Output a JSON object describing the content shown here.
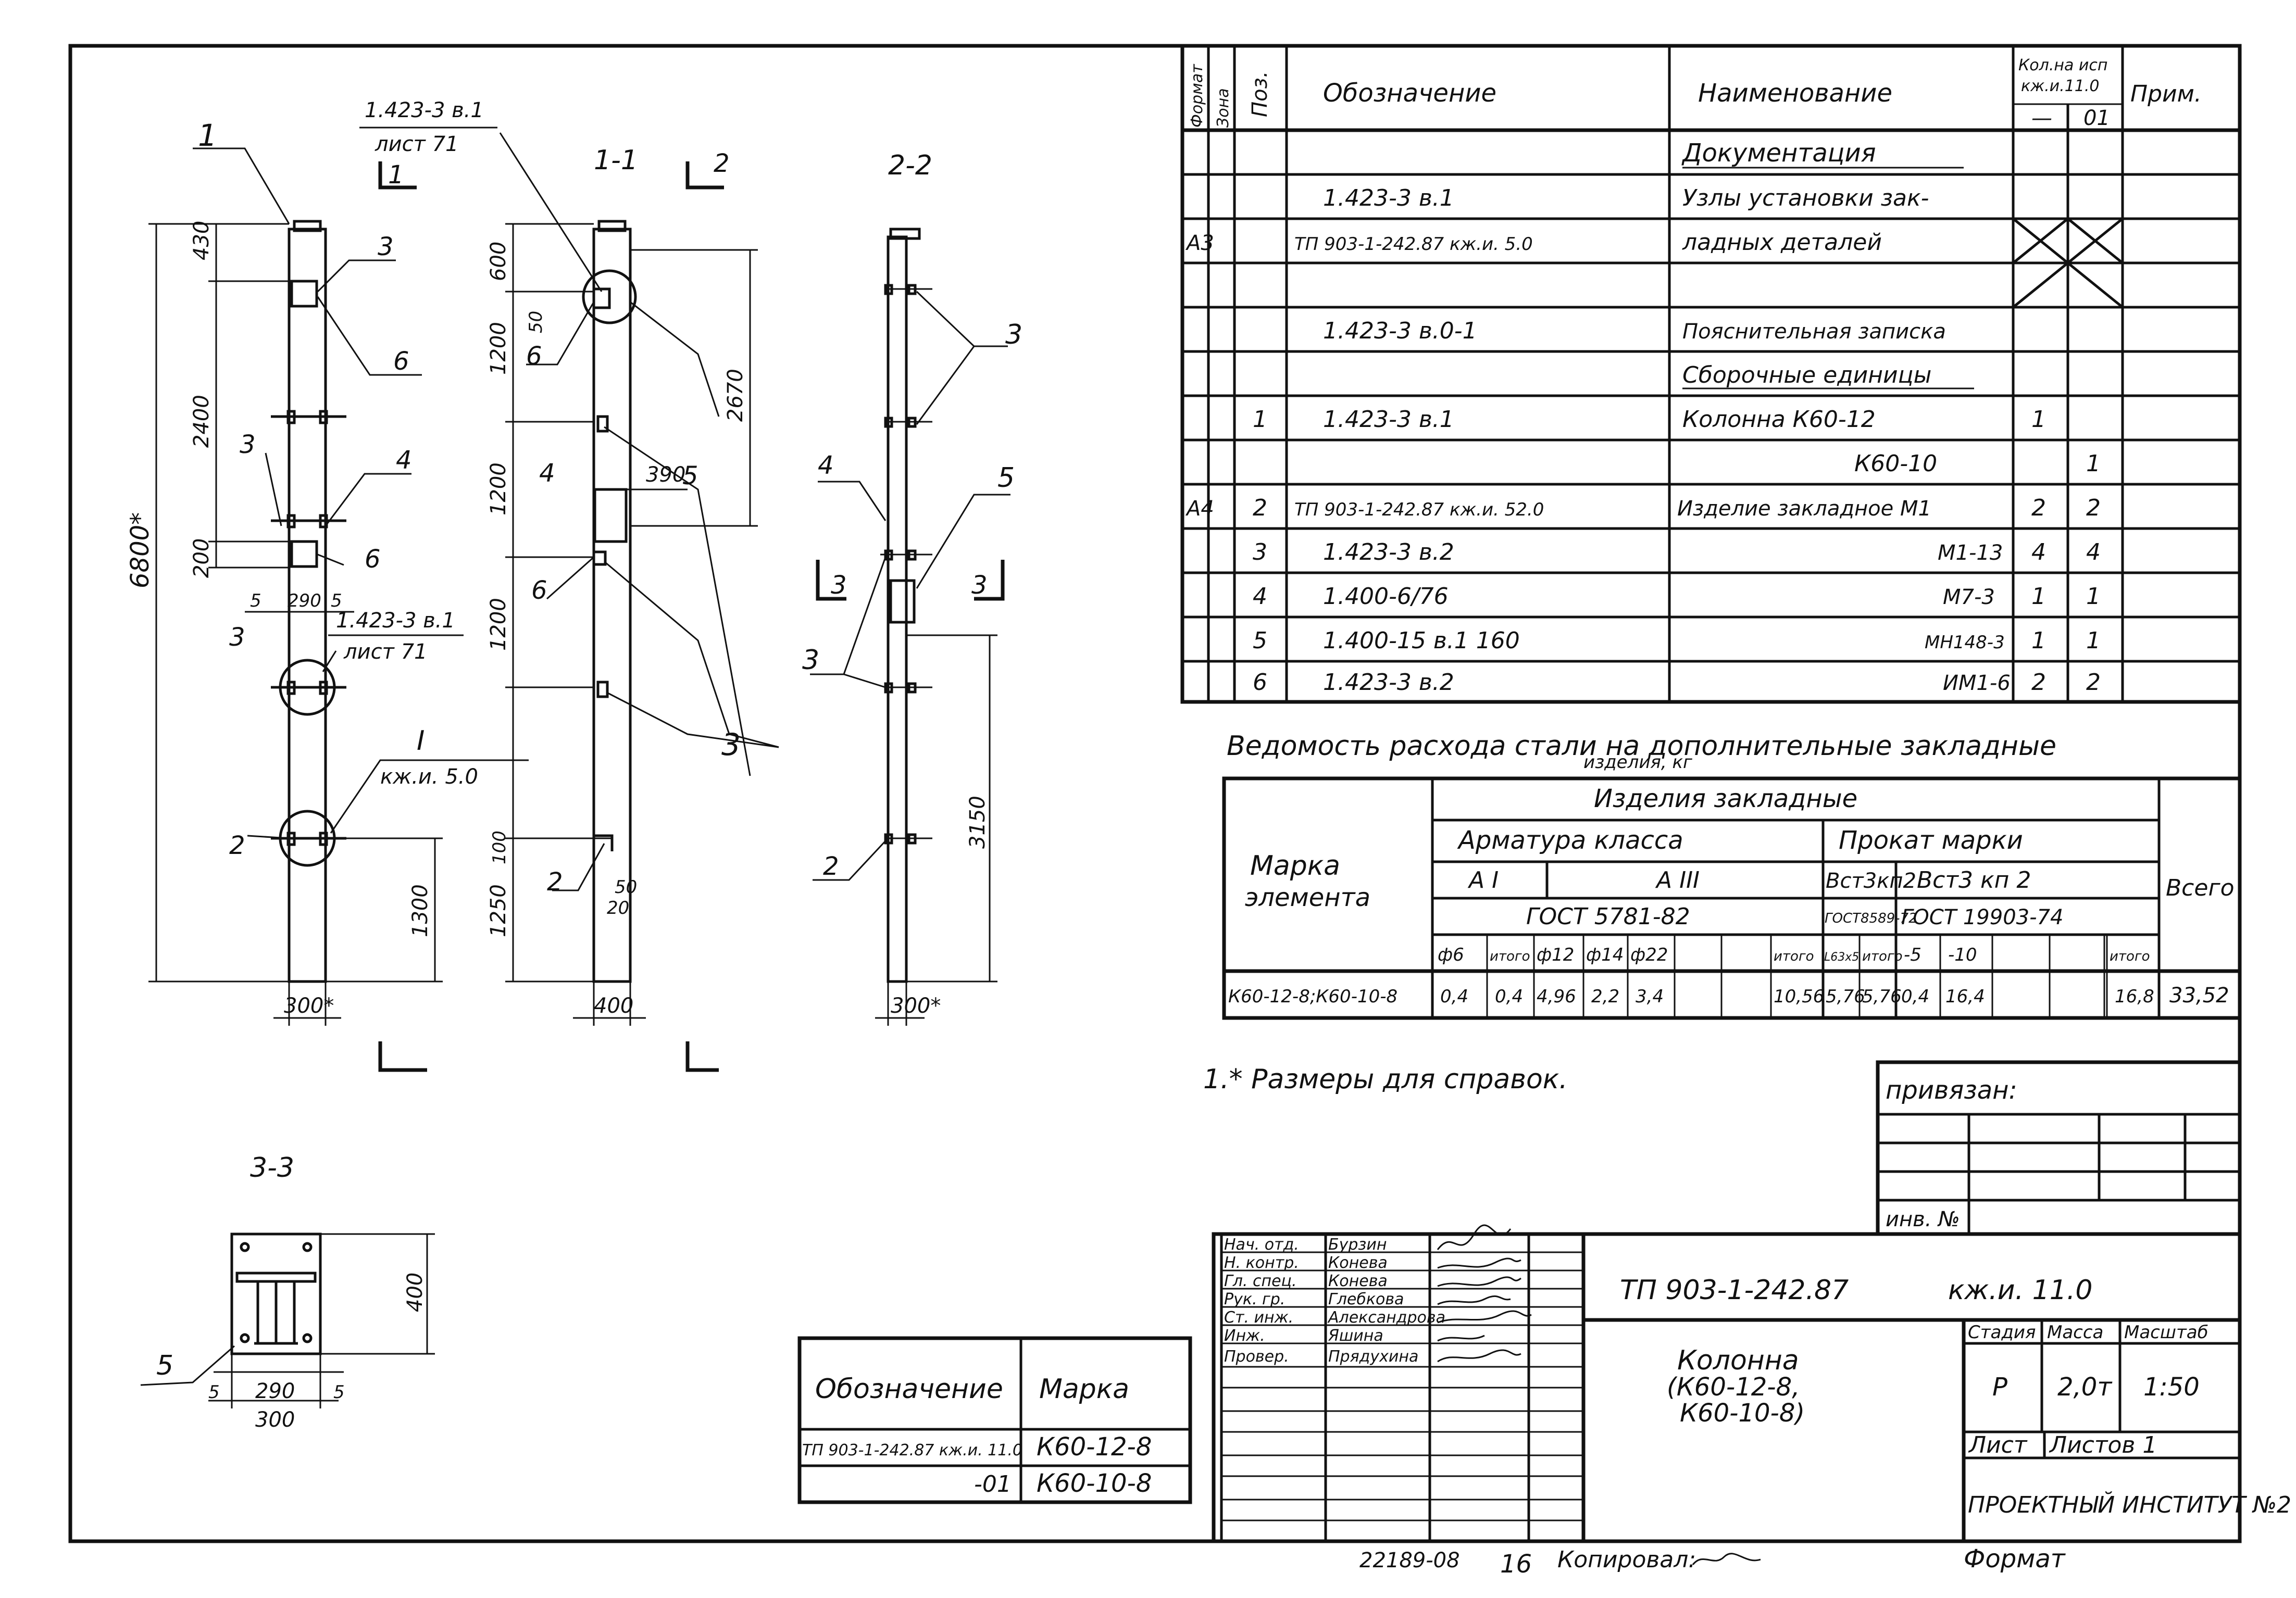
{
  "views": {
    "v1_label": "1-1",
    "v2_label": "2-2",
    "v3_label": "3-3",
    "cut1": "1",
    "cut2": "2",
    "cut3": "3",
    "cut3b": "3"
  },
  "left_view": {
    "ref_top": "1.423-3 в.1",
    "ref_top_sheet": "лист 71",
    "ref_mid": "1.423-3 в.1",
    "ref_mid_sheet": "лист 71",
    "node_label": "I",
    "node_ref": "кж.и. 5.0",
    "total_height": "6800*",
    "dim_430": "430",
    "dim_2400": "2400",
    "dim_200": "200",
    "dim_5a": "5",
    "dim_290": "290",
    "dim_5b": "5",
    "dim_1300": "1300",
    "dim_300": "300*",
    "pos1": "1",
    "pos3a": "3",
    "pos6a": "6",
    "pos3b": "3",
    "pos4": "4",
    "pos6b": "6",
    "pos3c": "3",
    "pos2": "2"
  },
  "mid_view": {
    "dim_600": "600",
    "dim_50": "50",
    "dim_1200a": "1200",
    "dim_1200b": "1200",
    "dim_1200c": "1200",
    "dim_390": "390",
    "dim_2670": "2670",
    "dim_100": "100",
    "dim_1250": "1250",
    "dim_50b": "50",
    "dim_20": "20",
    "dim_400": "400",
    "pos6": "6",
    "pos4": "4",
    "pos5": "5",
    "pos6b": "6",
    "pos3": "3",
    "pos2": "2"
  },
  "right_view": {
    "pos3": "3",
    "pos4": "4",
    "pos5": "5",
    "pos3b": "3",
    "pos2": "2",
    "dim_3150": "3150",
    "dim_300": "300*"
  },
  "section_33": {
    "dim_400": "400",
    "dim_5a": "5",
    "dim_290": "290",
    "dim_5b": "5",
    "dim_300": "300",
    "pos5": "5"
  },
  "spec": {
    "hdr_format": "Формат",
    "hdr_zone": "Зона",
    "hdr_pos": "Поз.",
    "hdr_designation": "Обозначение",
    "hdr_name": "Наименование",
    "hdr_qty": "Кол.на исп",
    "hdr_qty2": "кж.и.11.0",
    "hdr_dash": "—",
    "hdr_01": "01",
    "hdr_note": "Прим.",
    "rows": [
      {
        "fmt": "",
        "pos": "",
        "des": "",
        "name": "Документация",
        "q1": "",
        "q2": ""
      },
      {
        "fmt": "",
        "pos": "",
        "des": "1.423-3   в.1",
        "name": "Узлы установки зак-",
        "q1": "",
        "q2": ""
      },
      {
        "fmt": "А3",
        "pos": "",
        "des": "ТП 903-1-242.87  кж.и. 5.0",
        "name": "ладных деталей",
        "q1": "",
        "q2": ""
      },
      {
        "fmt": "",
        "pos": "",
        "des": "",
        "name": "",
        "q1": "",
        "q2": ""
      },
      {
        "fmt": "",
        "pos": "",
        "des": "1.423-3  в.0-1",
        "name": "Пояснительная записка",
        "q1": "",
        "q2": ""
      },
      {
        "fmt": "",
        "pos": "",
        "des": "",
        "name": "Сборочные единицы",
        "q1": "",
        "q2": ""
      },
      {
        "fmt": "",
        "pos": "1",
        "des": "1.423-3 в.1",
        "name": "Колонна     К60-12",
        "q1": "1",
        "q2": ""
      },
      {
        "fmt": "",
        "pos": "",
        "des": "",
        "name": "К60-10",
        "q1": "",
        "q2": "1"
      },
      {
        "fmt": "А4",
        "pos": "2",
        "des": "ТП 903-1-242.87 кж.и. 52.0",
        "name": "Изделие закладное М1",
        "q1": "2",
        "q2": "2"
      },
      {
        "fmt": "",
        "pos": "3",
        "des": "1.423-3  в.2",
        "name": "М1-13",
        "q1": "4",
        "q2": "4"
      },
      {
        "fmt": "",
        "pos": "4",
        "des": "1.400-6/76",
        "name": "М7-3",
        "q1": "1",
        "q2": "1"
      },
      {
        "fmt": "",
        "pos": "5",
        "des": "1.400-15  в.1   160",
        "name": "МН148-3",
        "q1": "1",
        "q2": "1"
      },
      {
        "fmt": "",
        "pos": "6",
        "des": "1.423-3  в.2",
        "name": "ИМ1-6",
        "q1": "2",
        "q2": "2"
      }
    ]
  },
  "steel": {
    "title": "Ведомость расхода стали на дополнительные закладные",
    "title2": "изделия, кг",
    "h_izd": "Изделия  закладные",
    "h_mark": "Марка",
    "h_elem": "элемента",
    "h_arm": "Арматура  класса",
    "h_prokat": "Прокат  марки",
    "h_ai": "А I",
    "h_aiii": "А III",
    "h_vst1": "Вст3кп2",
    "h_vst2": "Вст3 кп 2",
    "h_gost1": "ГОСТ 5781-82",
    "h_gost2": "ГОСТ8589-72",
    "h_gost3": "ГОСТ 19903-74",
    "h_total": "Всего",
    "sub": [
      "ф6",
      "итого",
      "ф12",
      "ф14",
      "ф22",
      "",
      "итого",
      "L63х5",
      "итого",
      "-5",
      "-10",
      "",
      "итого"
    ],
    "row_mark": "К60-12-8;К60-10-8",
    "row_vals": [
      "0,4",
      "0,4",
      "4,96",
      "2,2",
      "3,4",
      "",
      "10,56",
      "5,76",
      "5,76",
      "0,4",
      "16,4",
      "",
      "16,8"
    ],
    "row_total": "33,52"
  },
  "note": "1.*  Размеры для справок.",
  "privyazan": {
    "label": "привязан:",
    "inv": "инв. №"
  },
  "marks_table": {
    "h_des": "Обозначение",
    "h_mark": "Марка",
    "r1_des": "ТП 903-1-242.87 кж.и. 11.0",
    "r1_mark": "К60-12-8",
    "r2_des": "-01",
    "r2_mark": "К60-10-8"
  },
  "title_block": {
    "roles": [
      "Нач. отд.",
      "Н. контр.",
      "Гл. спец.",
      "Рук. гр.",
      "Ст. инж.",
      "Инж.",
      "Провер."
    ],
    "names": [
      "Бурзин",
      "Конева",
      "Конева",
      "Глебкова",
      "Александрова",
      "Яшина",
      "Прядухина"
    ],
    "code": "ТП 903-1-242.87",
    "sheet_code": "кж.и. 11.0",
    "name1": "Колонна",
    "name2": "(К60-12-8,",
    "name3": "К60-10-8)",
    "h_stage": "Стадия",
    "h_mass": "Масса",
    "h_scale": "Масштаб",
    "stage": "Р",
    "mass": "2,0т",
    "scale": "1:50",
    "sheet": "Лист",
    "sheets": "Листов 1",
    "org": "ПРОЕКТНЫЙ ИНСТИТУТ №2"
  },
  "footer": {
    "num": "22189-08",
    "page": "16",
    "copied": "Копировал:",
    "format": "Формат"
  }
}
